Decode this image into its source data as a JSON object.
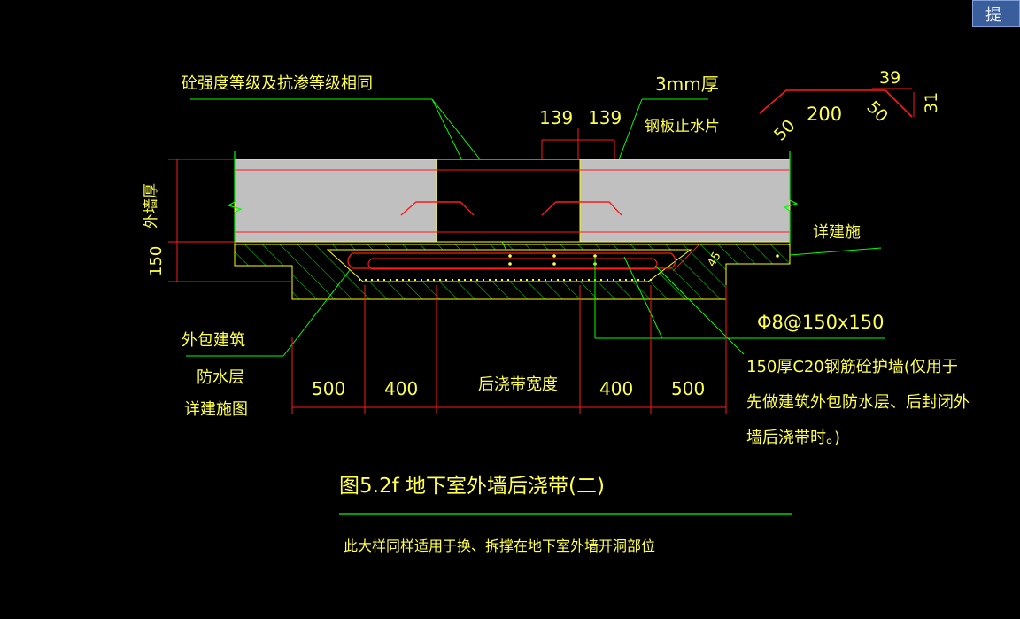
{
  "corner_badge": {
    "label": "提"
  },
  "labels": {
    "concrete_grade_note": "砼强度等级及抗渗等级相同",
    "thickness_3mm": "3mm厚",
    "dim_139_left": "139",
    "dim_139_right": "139",
    "steel_waterstop": "钢板止水片",
    "wall_thickness": "外墙厚",
    "dim_150": "150",
    "see_arch": "详建施",
    "rebar_spec": "Φ8@150x150",
    "outer_wrap": "外包建筑",
    "waterproof_layer": "防水层",
    "see_arch_drawing": "详建施图",
    "dim_500_left": "500",
    "dim_400_left": "400",
    "pour_band_width": "后浇带宽度",
    "dim_400_right": "400",
    "dim_500_right": "500",
    "protect_wall_line1": "150厚C20钢筋砼护墙(仅用于",
    "protect_wall_line2": "先做建筑外包防水层、后封闭外",
    "protect_wall_line3": "墙后浇带时。)",
    "dim_39": "39",
    "dim_31": "31",
    "dim_50_left": "50",
    "dim_200": "200",
    "dim_50_right": "50",
    "dim_45": "45",
    "figure_title": "图5.2f  地下室外墙后浇带(二)",
    "figure_note": "此大样同样适用于换、拆撑在地下室外墙开洞部位"
  },
  "colors": {
    "background": "#000000",
    "text_yellow": "#ffff4c",
    "leader_green": "#00ff00",
    "dim_red": "#ff1a1a",
    "concrete_gray": "#c0c0c0",
    "hatch_green": "#00cc00",
    "outline_yellow": "#ffff00",
    "text_white": "#f2f2f2"
  }
}
